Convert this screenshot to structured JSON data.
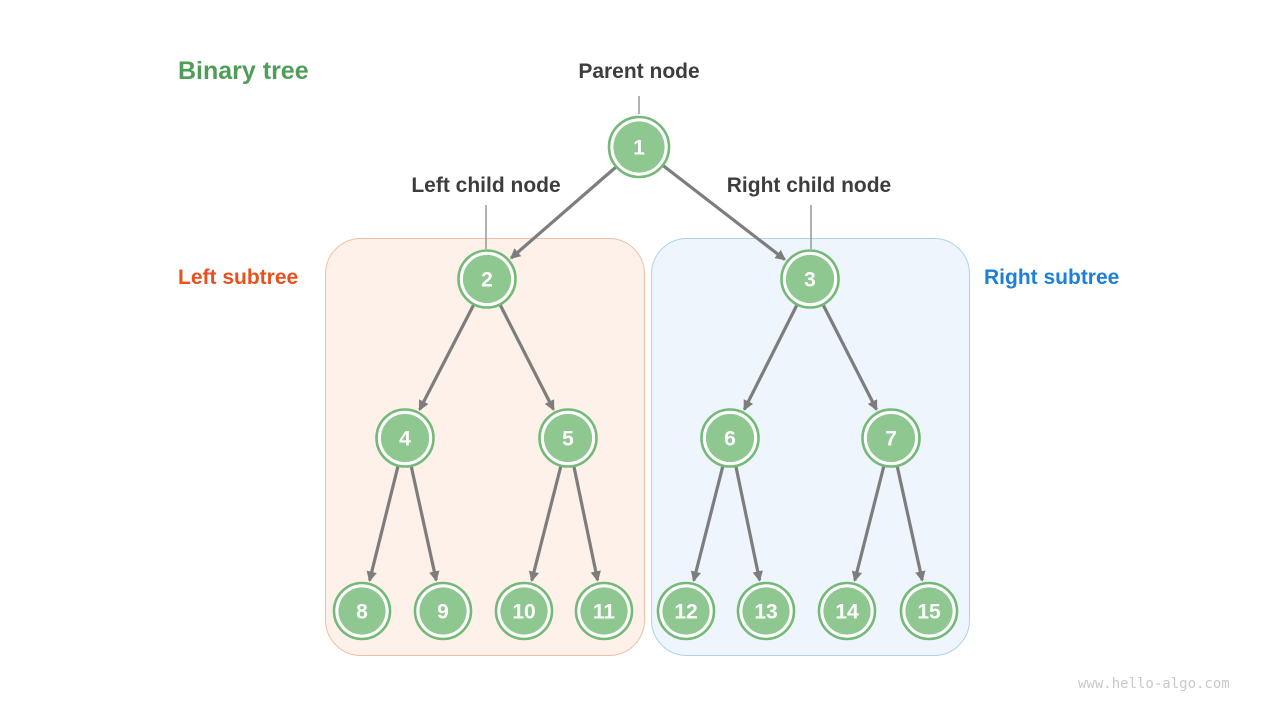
{
  "title": "Binary tree",
  "annotations": {
    "parent_node": "Parent node",
    "left_child_node": "Left child node",
    "right_child_node": "Right child node",
    "left_subtree": "Left subtree",
    "right_subtree": "Right subtree"
  },
  "watermark": "www.hello-algo.com",
  "colors": {
    "background": "#ffffff",
    "title": "#4f9d58",
    "left_subtree_label": "#e8511f",
    "right_subtree_label": "#1c80d9",
    "annotation_text": "#3d3d3d",
    "node_fill": "#8ec790",
    "node_ring": "#74b978",
    "node_text": "#ffffff",
    "edge": "#7d7d7d",
    "leader_line": "#909090",
    "left_box_fill": "#fdf1ea",
    "left_box_border": "#f2bfa6",
    "right_box_fill": "#eef5fc",
    "right_box_border": "#afd2ec",
    "watermark_text": "#c9c9c9"
  },
  "tree": {
    "nodes": [
      {
        "value": "1"
      },
      {
        "value": "2"
      },
      {
        "value": "3"
      },
      {
        "value": "4"
      },
      {
        "value": "5"
      },
      {
        "value": "6"
      },
      {
        "value": "7"
      },
      {
        "value": "8"
      },
      {
        "value": "9"
      },
      {
        "value": "10"
      },
      {
        "value": "11"
      },
      {
        "value": "12"
      },
      {
        "value": "13"
      },
      {
        "value": "14"
      },
      {
        "value": "15"
      }
    ],
    "edges": [
      [
        "1",
        "2"
      ],
      [
        "1",
        "3"
      ],
      [
        "2",
        "4"
      ],
      [
        "2",
        "5"
      ],
      [
        "3",
        "6"
      ],
      [
        "3",
        "7"
      ],
      [
        "4",
        "8"
      ],
      [
        "4",
        "9"
      ],
      [
        "5",
        "10"
      ],
      [
        "5",
        "11"
      ],
      [
        "6",
        "12"
      ],
      [
        "6",
        "13"
      ],
      [
        "7",
        "14"
      ],
      [
        "7",
        "15"
      ]
    ]
  }
}
